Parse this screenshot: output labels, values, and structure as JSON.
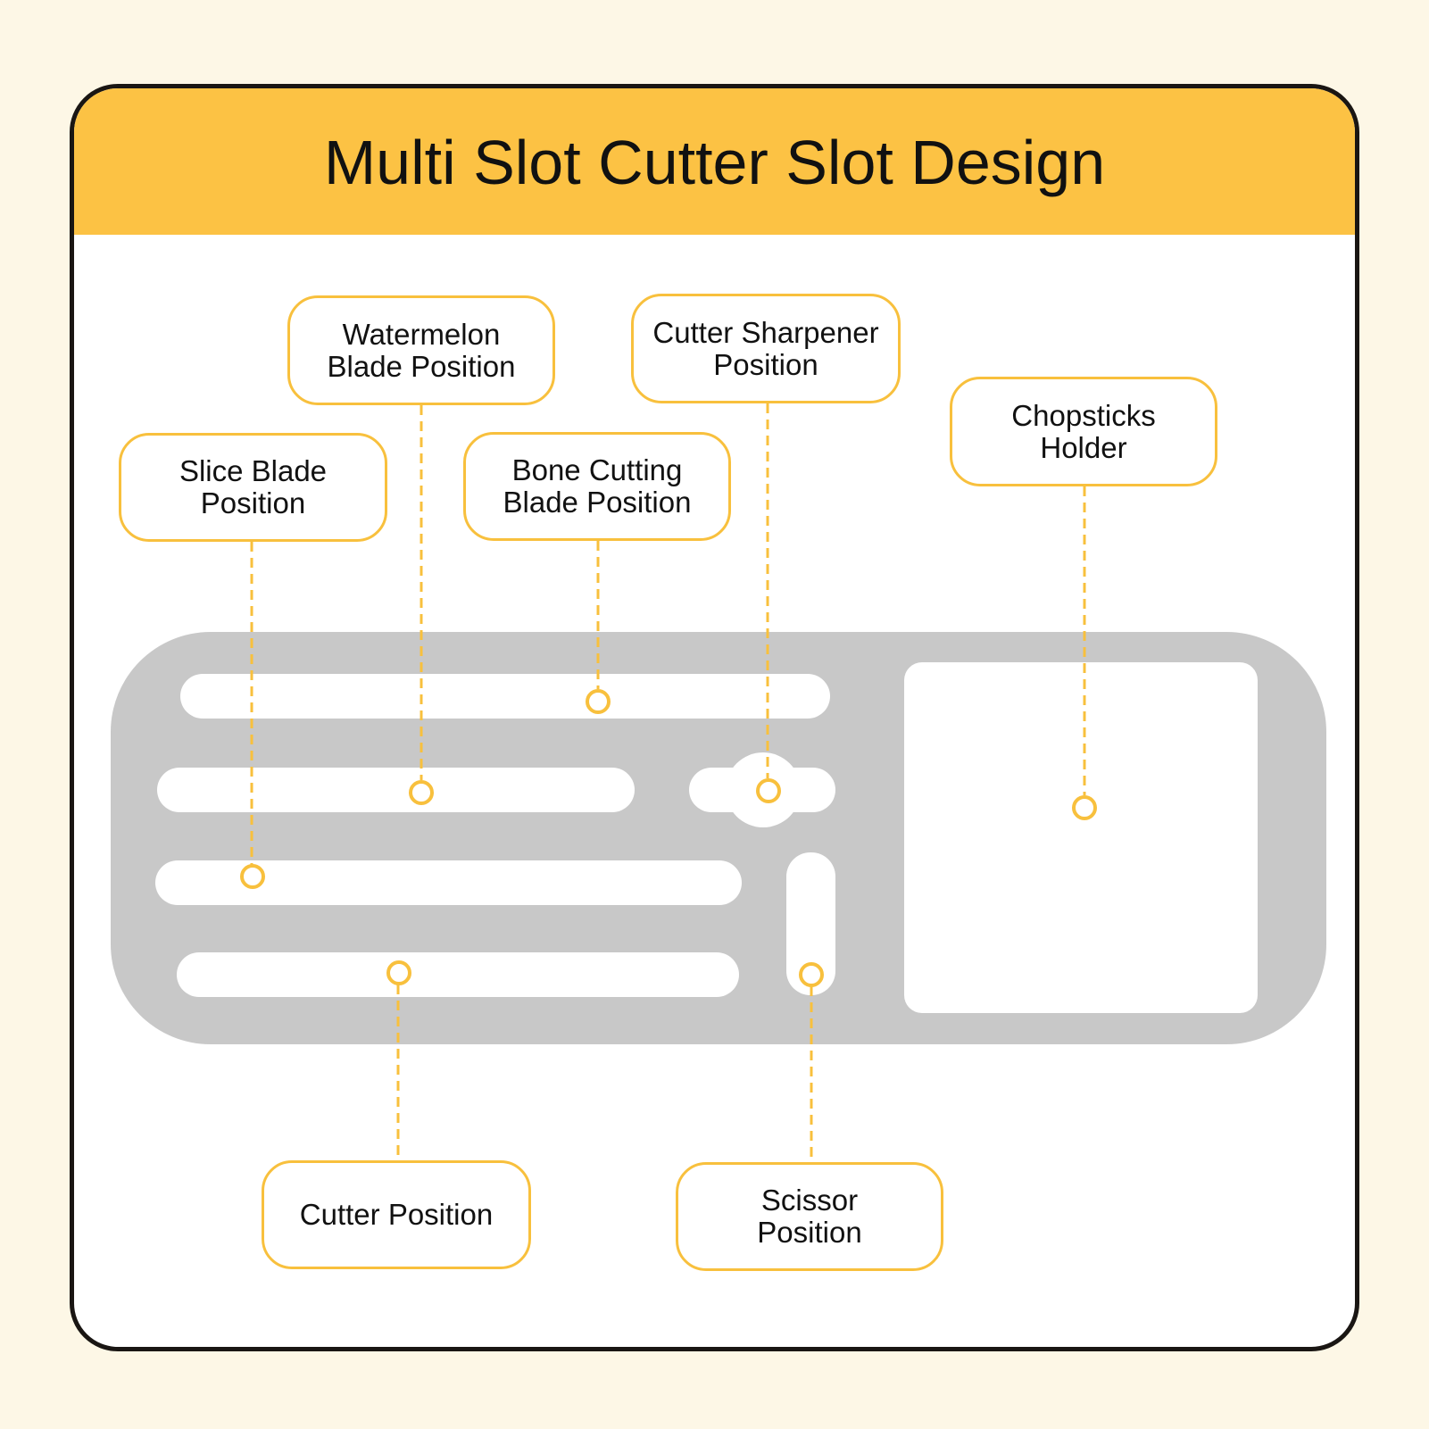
{
  "title": "Multi Slot Cutter Slot Design",
  "colors": {
    "accent": "#fcc244",
    "callout_border": "#f8c03d",
    "tray": "#c8c8c8",
    "page_background": "#fdf7e6"
  },
  "callouts": {
    "watermelon": "Watermelon\nBlade Position",
    "sharpener": "Cutter Sharpener\nPosition",
    "chopsticks": "Chopsticks\nHolder",
    "slice": "Slice Blade\nPosition",
    "bone": "Bone Cutting\nBlade Position",
    "cutter": "Cutter Position",
    "scissor": "Scissor\nPosition"
  }
}
